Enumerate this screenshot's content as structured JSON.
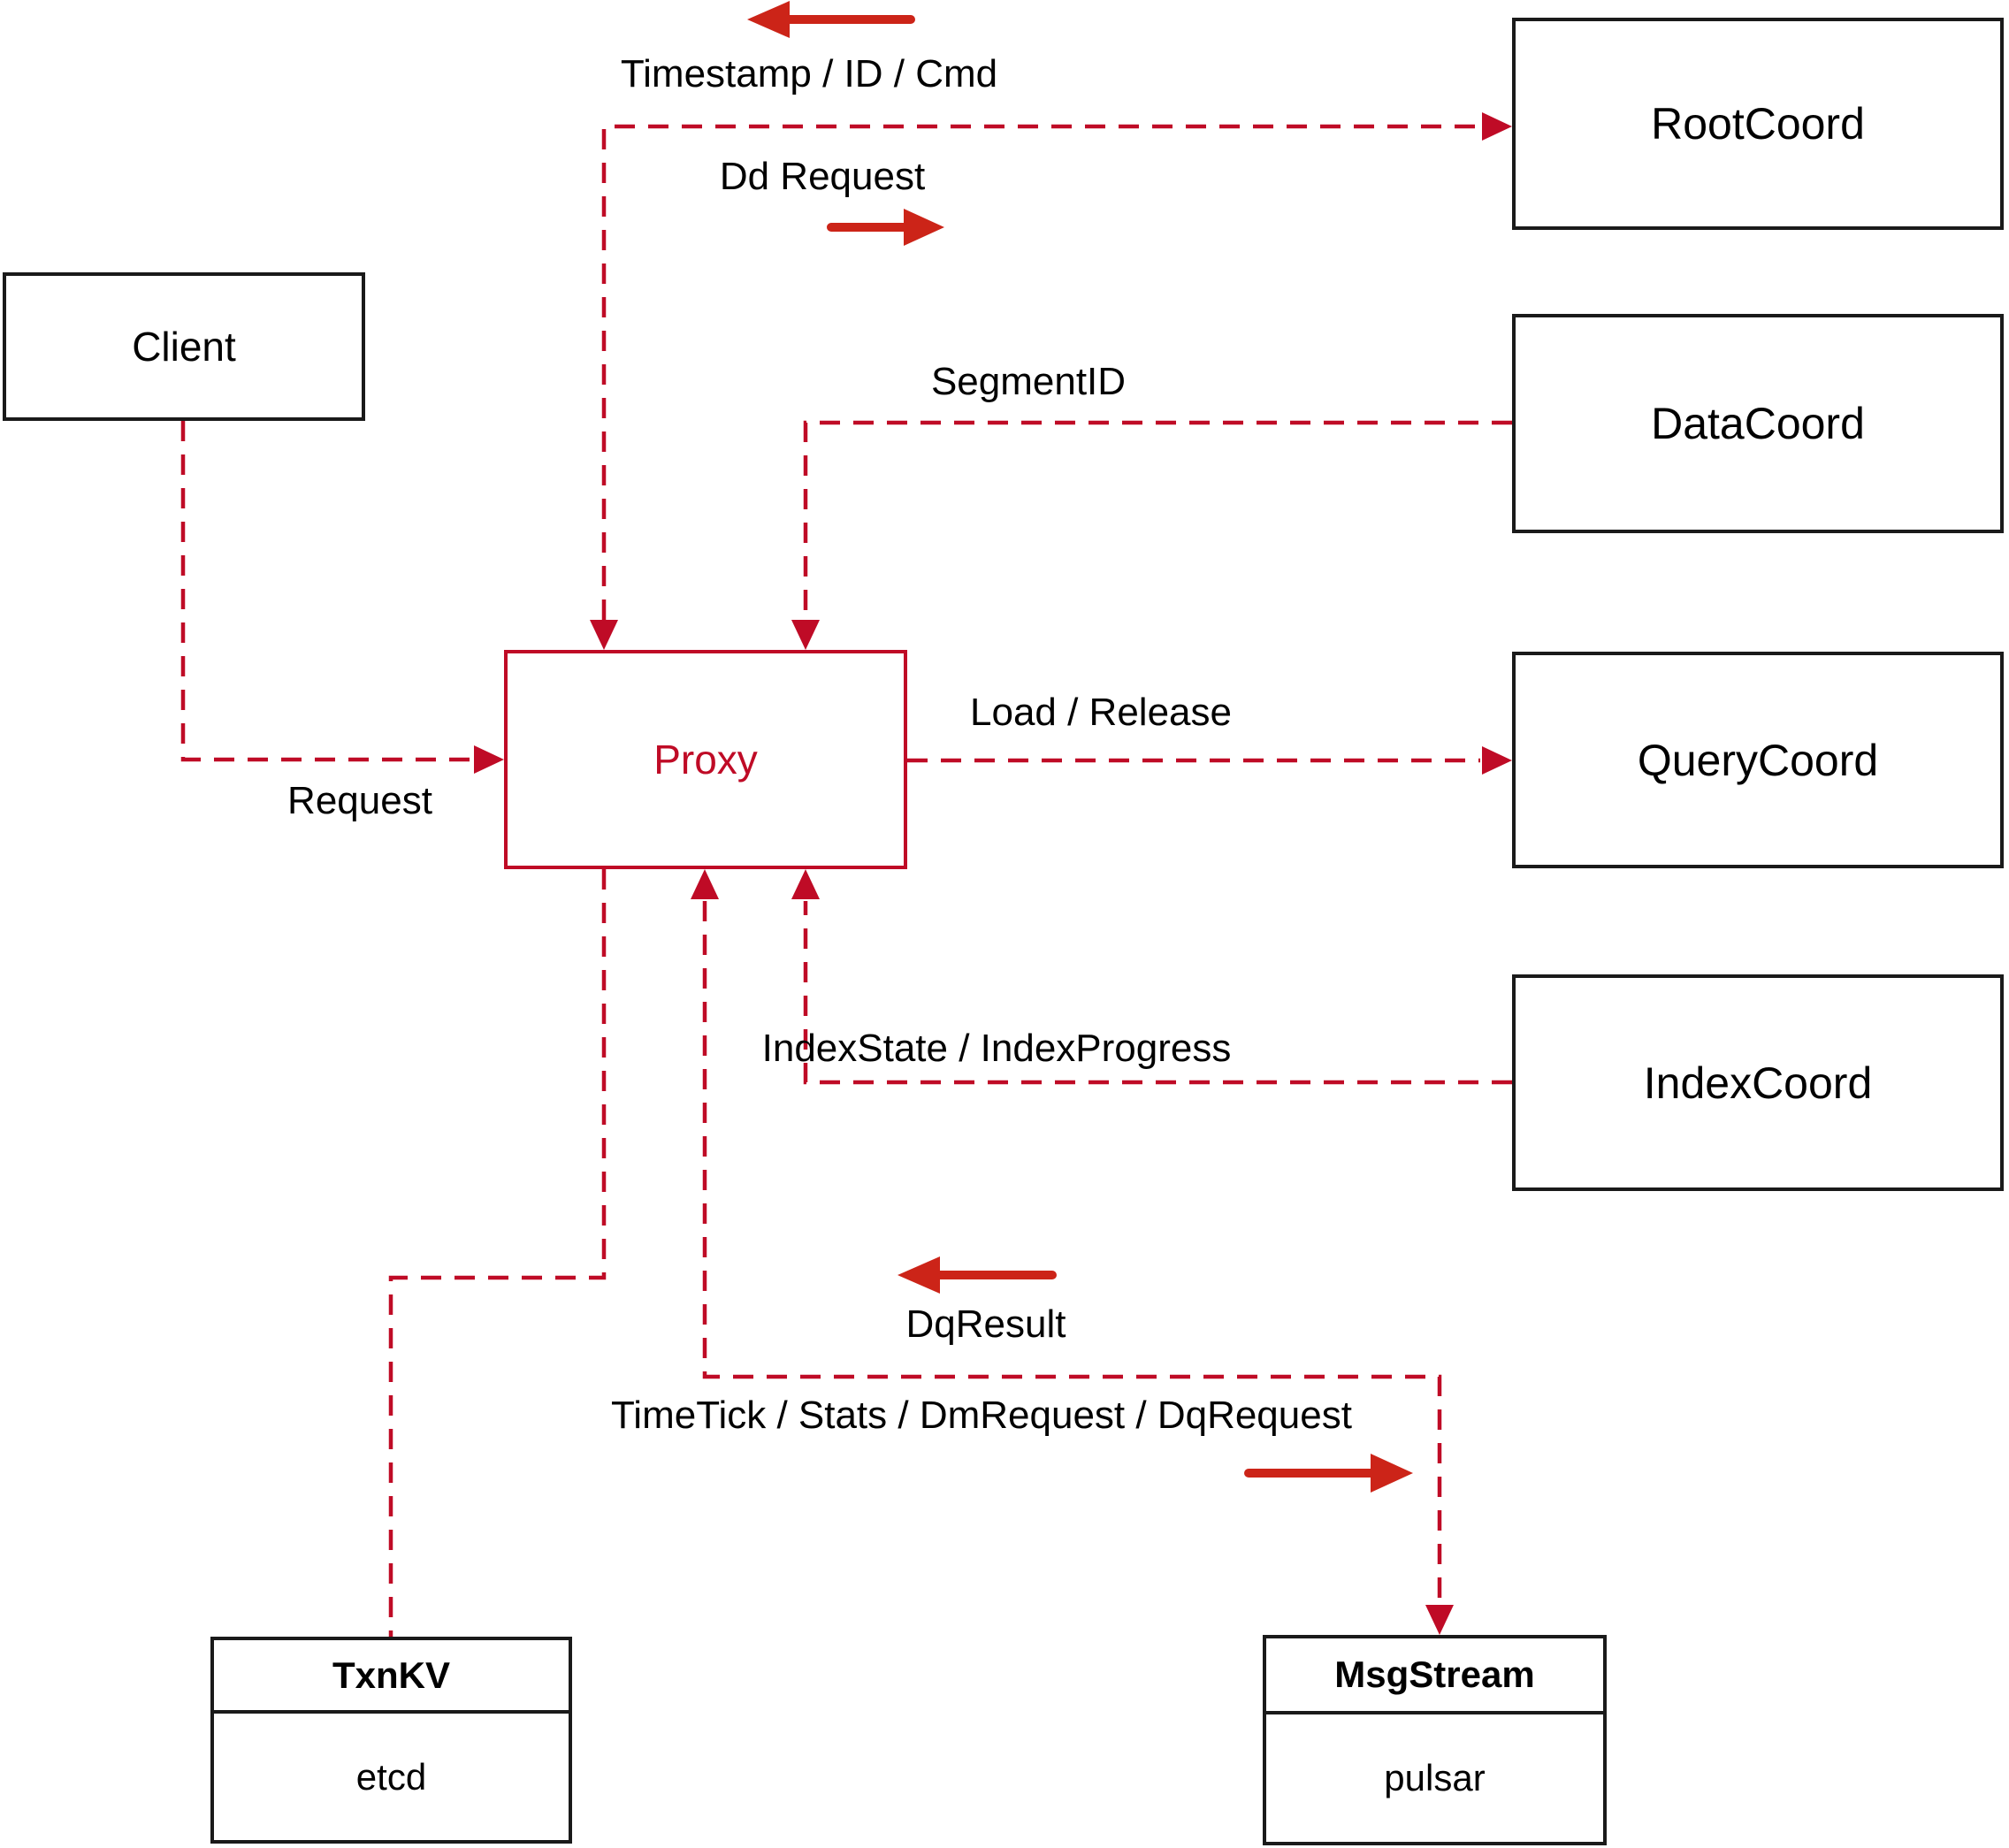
{
  "diagram": {
    "nodes": {
      "client": {
        "label": "Client"
      },
      "proxy": {
        "label": "Proxy"
      },
      "rootcoord": {
        "label": "RootCoord"
      },
      "datacoord": {
        "label": "DataCoord"
      },
      "querycoord": {
        "label": "QueryCoord"
      },
      "indexcoord": {
        "label": "IndexCoord"
      },
      "txnkv": {
        "title": "TxnKV",
        "subtitle": "etcd"
      },
      "msgstream": {
        "title": "MsgStream",
        "subtitle": "pulsar"
      }
    },
    "edge_labels": {
      "timestamp_id_cmd": "Timestamp / ID / Cmd",
      "dd_request": "Dd Request",
      "segment_id": "SegmentID",
      "load_release": "Load / Release",
      "indexstate_indexprogress": "IndexState / IndexProgress",
      "request": "Request",
      "dq_result": "DqResult",
      "timetick_stats": "TimeTick / Stats / DmRequest / DqRequest"
    },
    "colors": {
      "dashed_line": "#bf0b26",
      "solid_arrow": "#cc2418",
      "node_border": "#1a1a1a",
      "proxy_accent": "#bf0b26",
      "text": "#000000",
      "background": "#ffffff"
    }
  }
}
